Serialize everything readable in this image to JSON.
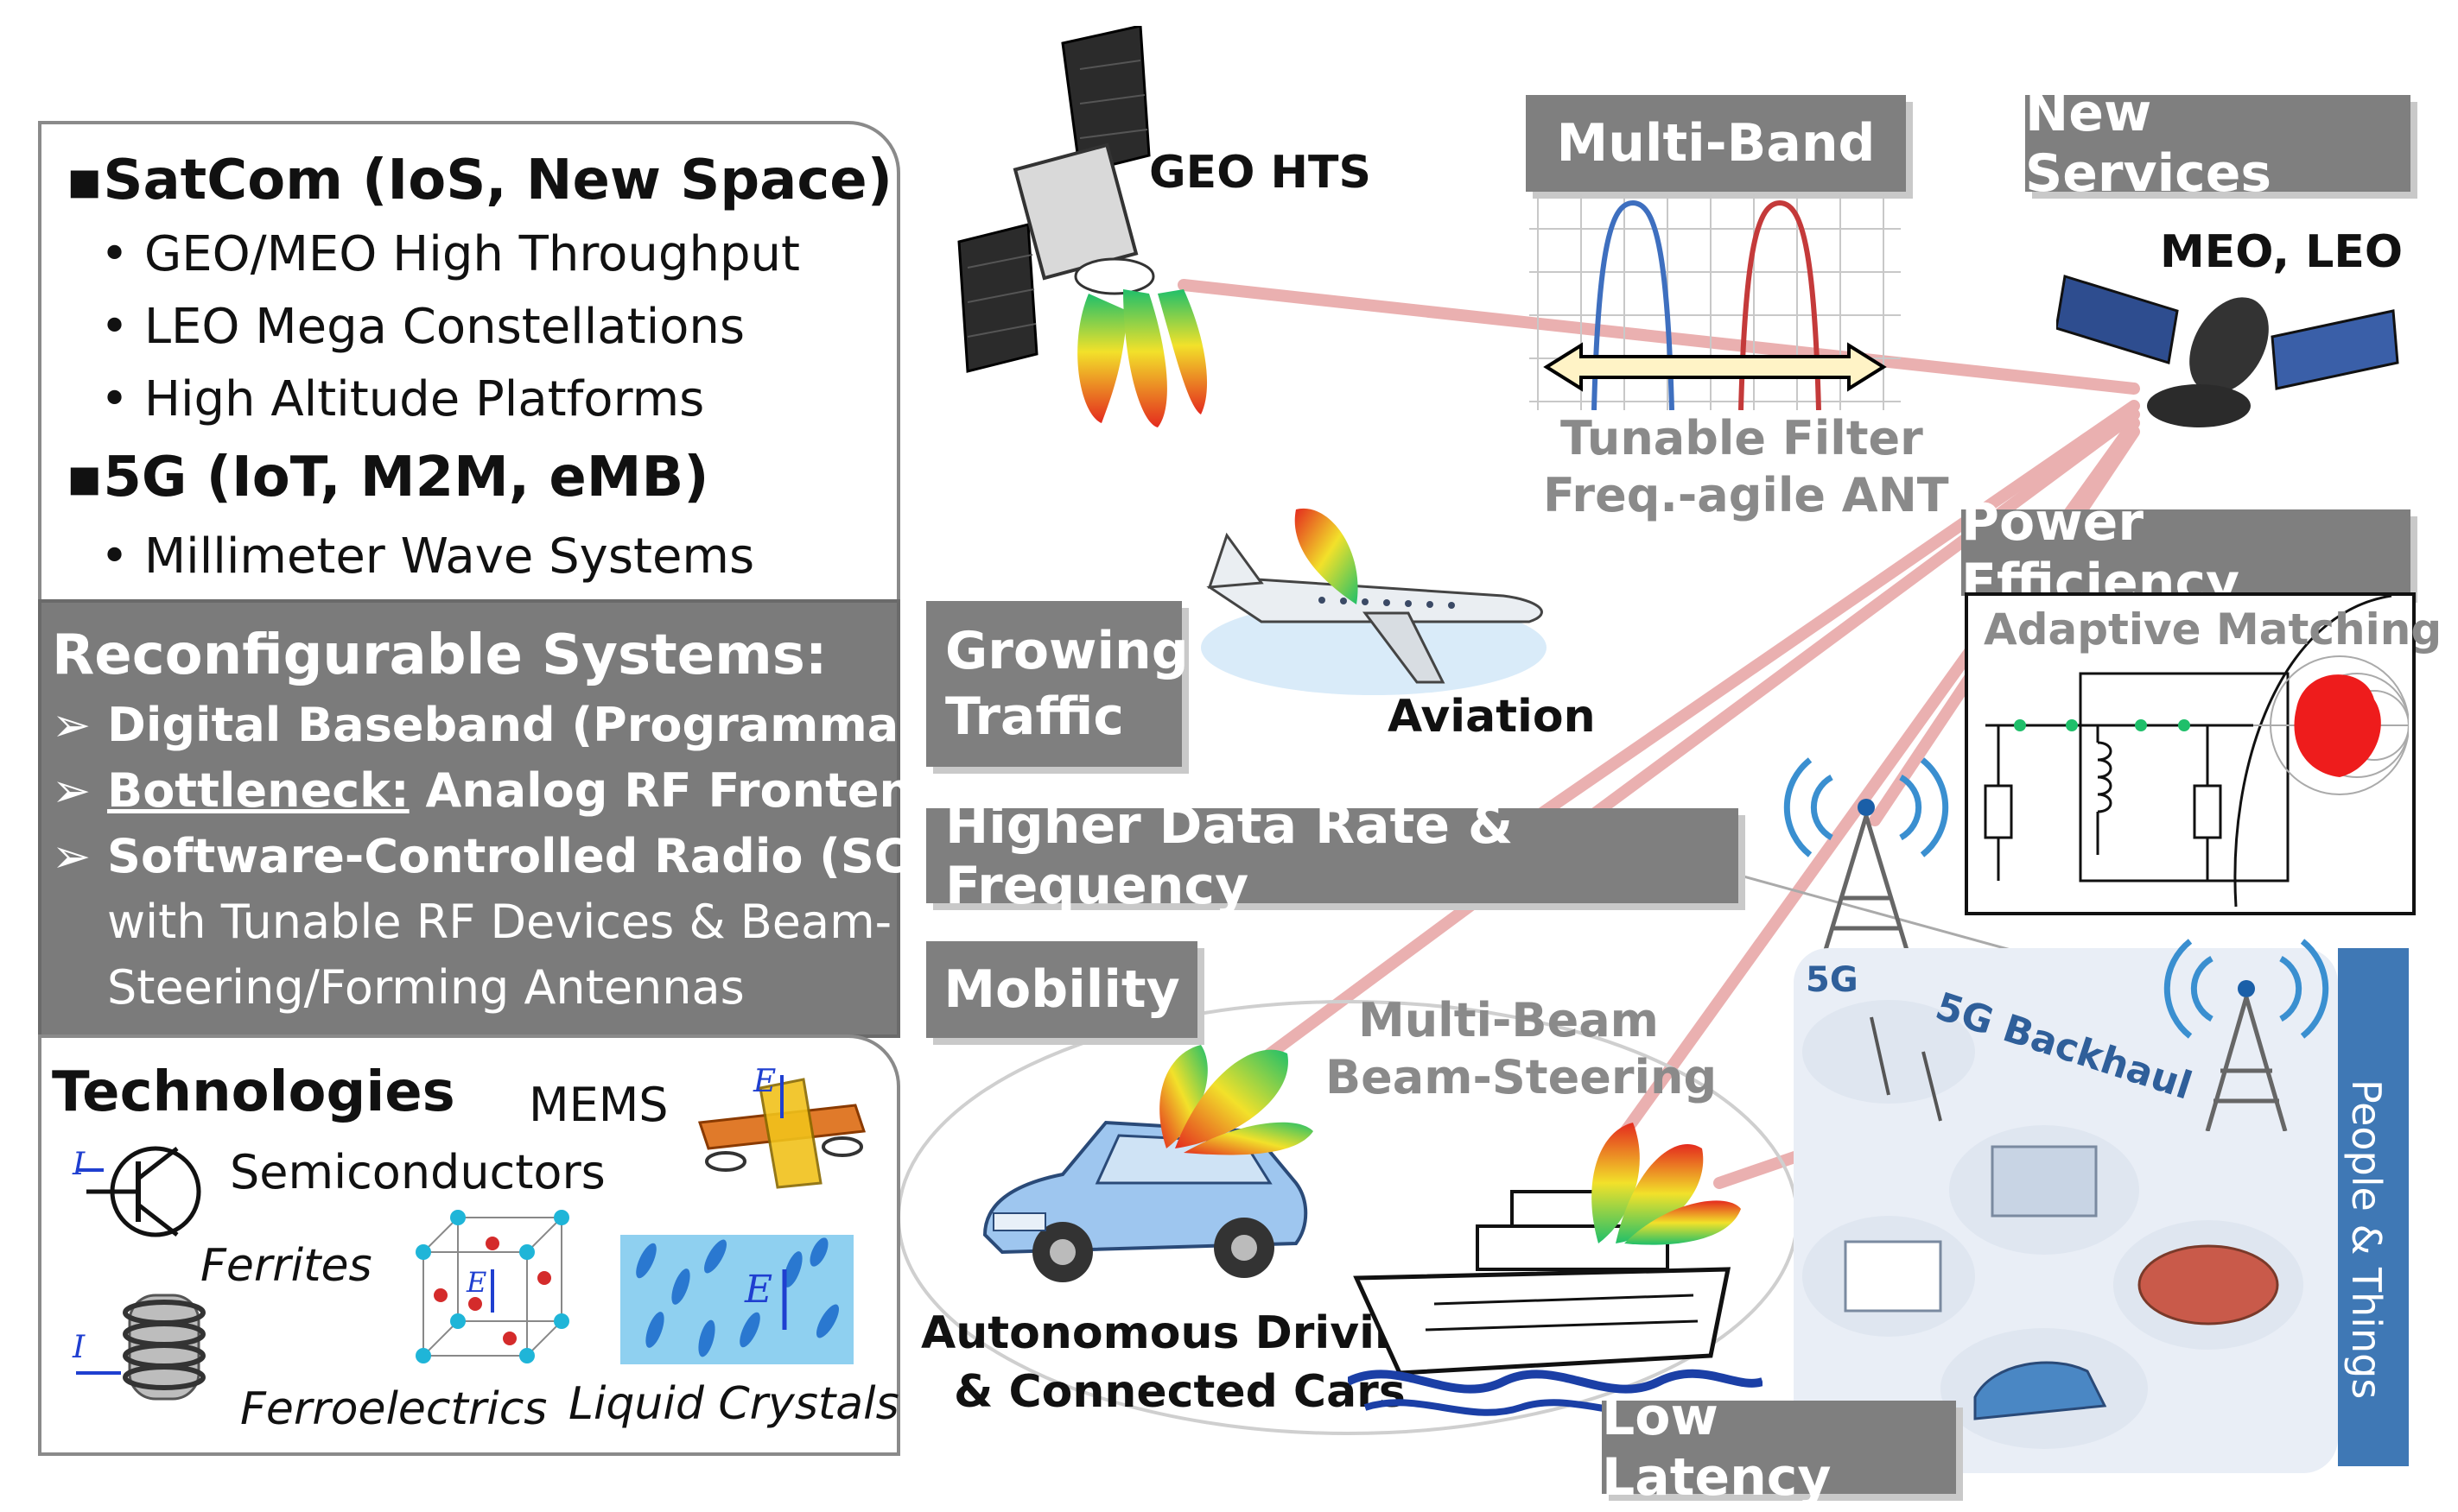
{
  "satcom": {
    "heading": "SatCom (IoS, New Space)",
    "items": [
      "GEO/MEO High Throughput",
      "LEO Mega Constellations",
      "High Altitude Platforms"
    ]
  },
  "fiveg": {
    "heading": "5G (IoT, M2M, eMB)",
    "items": [
      "Millimeter Wave Systems"
    ]
  },
  "reconfigurable": {
    "heading": "Reconfigurable Systems:",
    "item1": "Digital Baseband (Programmable)",
    "item2_underlined": "Bottleneck:",
    "item2_rest": " Analog RF Frontend",
    "item3": "Software-Controlled Radio (SCR)",
    "item3_line2": "with Tunable RF Devices & Beam-",
    "item3_line3": "Steering/Forming Antennas"
  },
  "technologies": {
    "heading": "Technologies",
    "mems": "MEMS",
    "semiconductors": "Semiconductors",
    "ferrites": "Ferrites",
    "ferroelectrics": "Ferroelectrics",
    "liquid_crystals": "Liquid Crystals",
    "symbol_I": "I",
    "symbol_E": "E"
  },
  "labels": {
    "geo_hts": "GEO HTS",
    "multi_band": "Multi-Band",
    "new_services": "New Services",
    "meo_leo": "MEO, LEO",
    "tunable_filter": "Tunable Filter",
    "freq_agile": "Freq.-agile ANT",
    "growing_traffic_1": "Growing",
    "growing_traffic_2": "Traffic",
    "aviation": "Aviation",
    "power_efficiency": "Power Efficiency",
    "adaptive_matching": "Adaptive Matching",
    "higher_data_rate": "Higher Data Rate & Frequency",
    "mobility": "Mobility",
    "multi_beam": "Multi-Beam",
    "beam_steering": "Beam-Steering",
    "autonomous_1": "Autonomous Driving",
    "autonomous_2": "& Connected Cars",
    "low_latency": "Low Latency",
    "people_things": "People & Things",
    "fiveg_small": "5G",
    "fiveg_backhaul": "5G Backhaul"
  },
  "colors": {
    "panel_gray": "#7b7b7b",
    "label_gray": "#7f7f7f",
    "link_red": "#e8a5a5",
    "blue_band": "#3f78b5"
  }
}
